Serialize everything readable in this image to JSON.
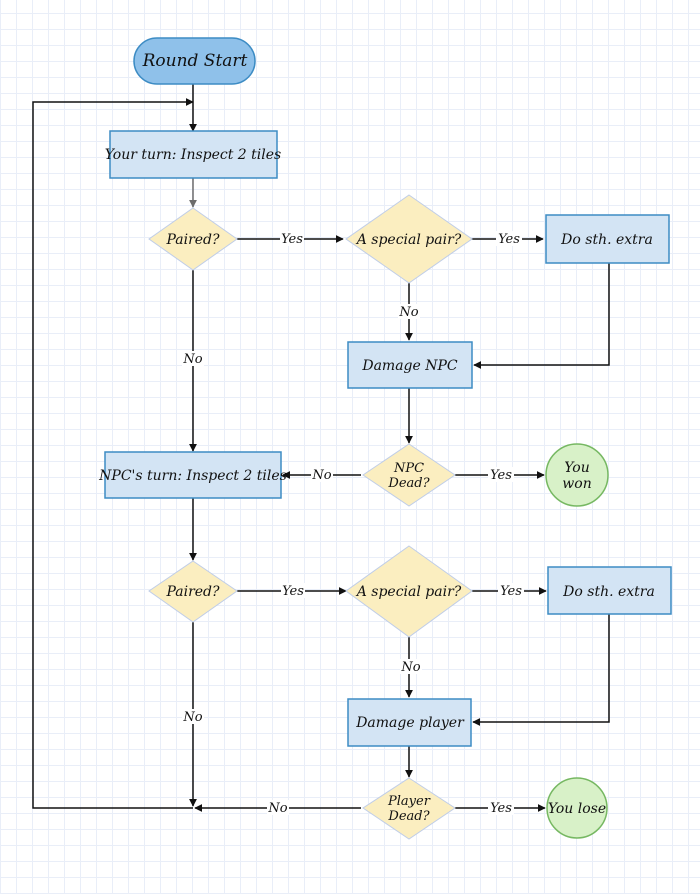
{
  "nodes": {
    "round_start": "Round Start",
    "your_turn": "Your turn: Inspect 2 tiles",
    "paired_1": "Paired?",
    "special_pair_1": "A special pair?",
    "do_extra_1": "Do sth. extra",
    "damage_npc": "Damage NPC",
    "npc_dead_line1": "NPC",
    "npc_dead_line2": "Dead?",
    "npc_turn": "NPC's turn: Inspect 2 tiles",
    "you_won_line1": "You",
    "you_won_line2": "won",
    "paired_2": "Paired?",
    "special_pair_2": "A special pair?",
    "do_extra_2": "Do sth. extra",
    "damage_player": "Damage player",
    "player_dead_line1": "Player",
    "player_dead_line2": "Dead?",
    "you_lose": "You lose"
  },
  "edges": {
    "paired1_yes": "Yes",
    "special1_yes": "Yes",
    "special1_no": "No",
    "paired1_no": "No",
    "npcdead_no": "No",
    "npcdead_yes": "Yes",
    "paired2_yes": "Yes",
    "special2_yes": "Yes",
    "special2_no": "No",
    "paired2_no": "No",
    "playerdead_no": "No",
    "playerdead_yes": "Yes"
  },
  "colors": {
    "process_fill": "#d3e4f4",
    "process_stroke": "#3d8cc4",
    "decision_fill": "#fbeec0",
    "terminal_fill": "#8fc1ea",
    "end_fill": "#d8f1c8",
    "end_stroke": "#76b862",
    "grid_major": "#c9d6ee",
    "grid_minor": "#e9eef8"
  }
}
